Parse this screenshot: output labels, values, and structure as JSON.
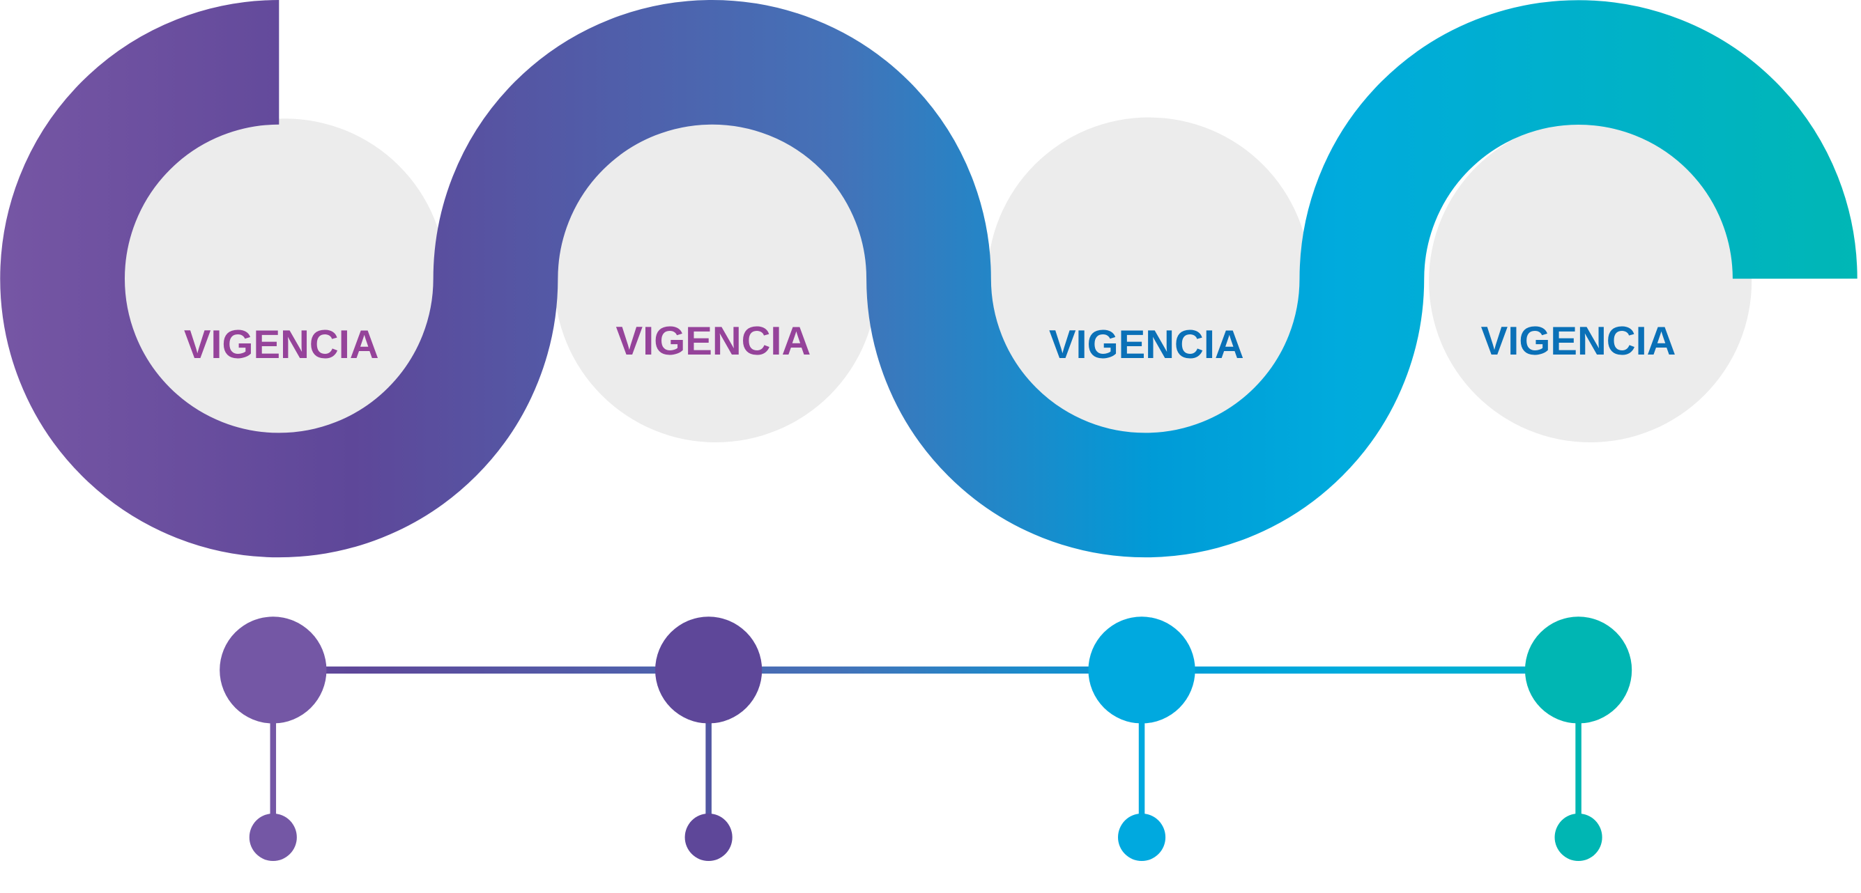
{
  "steps": [
    {
      "label": "VIGENCIA",
      "text_color": "#95439A",
      "node_color": "#7457A5"
    },
    {
      "label": "VIGENCIA",
      "text_color": "#95439A",
      "node_color": "#5E4799"
    },
    {
      "label": "VIGENCIA",
      "text_color": "#0A70B7",
      "node_color": "#00A9DF"
    },
    {
      "label": "VIGENCIA",
      "text_color": "#0A70B7",
      "node_color": "#00B6B3"
    }
  ],
  "colors": {
    "gradient": [
      "#7656A4",
      "#5E4799",
      "#4472B8",
      "#009BD7",
      "#00ABDD",
      "#00B7B5"
    ],
    "circle_fill": "#ECECEC"
  }
}
